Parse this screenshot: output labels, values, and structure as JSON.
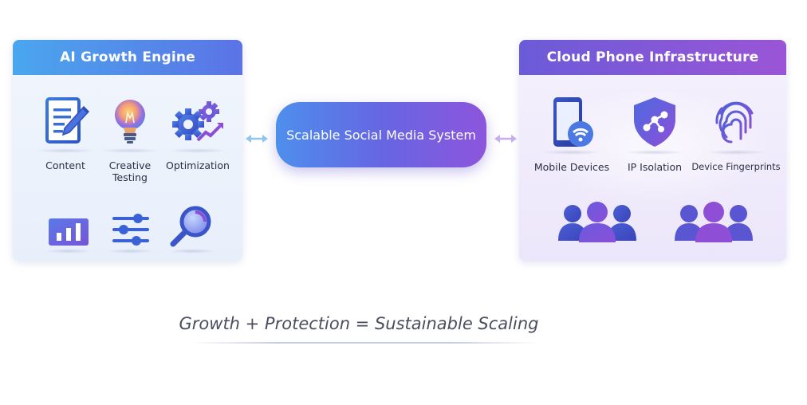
{
  "left_panel": {
    "title": "AI Growth Engine",
    "items": [
      {
        "label": "Content",
        "icon": "document-pencil-icon"
      },
      {
        "label": "Creative Testing",
        "icon": "lightbulb-icon"
      },
      {
        "label": "Optimization",
        "icon": "gears-trend-icon"
      },
      {
        "icon": "bar-chart-icon"
      },
      {
        "icon": "sliders-icon"
      },
      {
        "icon": "magnifier-icon"
      }
    ]
  },
  "center": {
    "label": "Scalable Social Media System"
  },
  "right_panel": {
    "title": "Cloud Phone Infrastructure",
    "items": [
      {
        "label": "Mobile Devices",
        "icon": "smartphone-wifi-icon"
      },
      {
        "label": "IP Isolation",
        "icon": "shield-network-icon"
      },
      {
        "label": "Device Fingerprints",
        "icon": "fingerprint-icon"
      },
      {
        "icon": "user-group-icon"
      },
      {
        "icon": "user-group-icon"
      }
    ]
  },
  "formula": "Growth + Protection = Sustainable Scaling",
  "colors": {
    "left_header": "#4aa6ee",
    "right_header": "#8a56d8",
    "accent_blue": "#4f6fe3",
    "accent_purple": "#8a4fd6"
  }
}
